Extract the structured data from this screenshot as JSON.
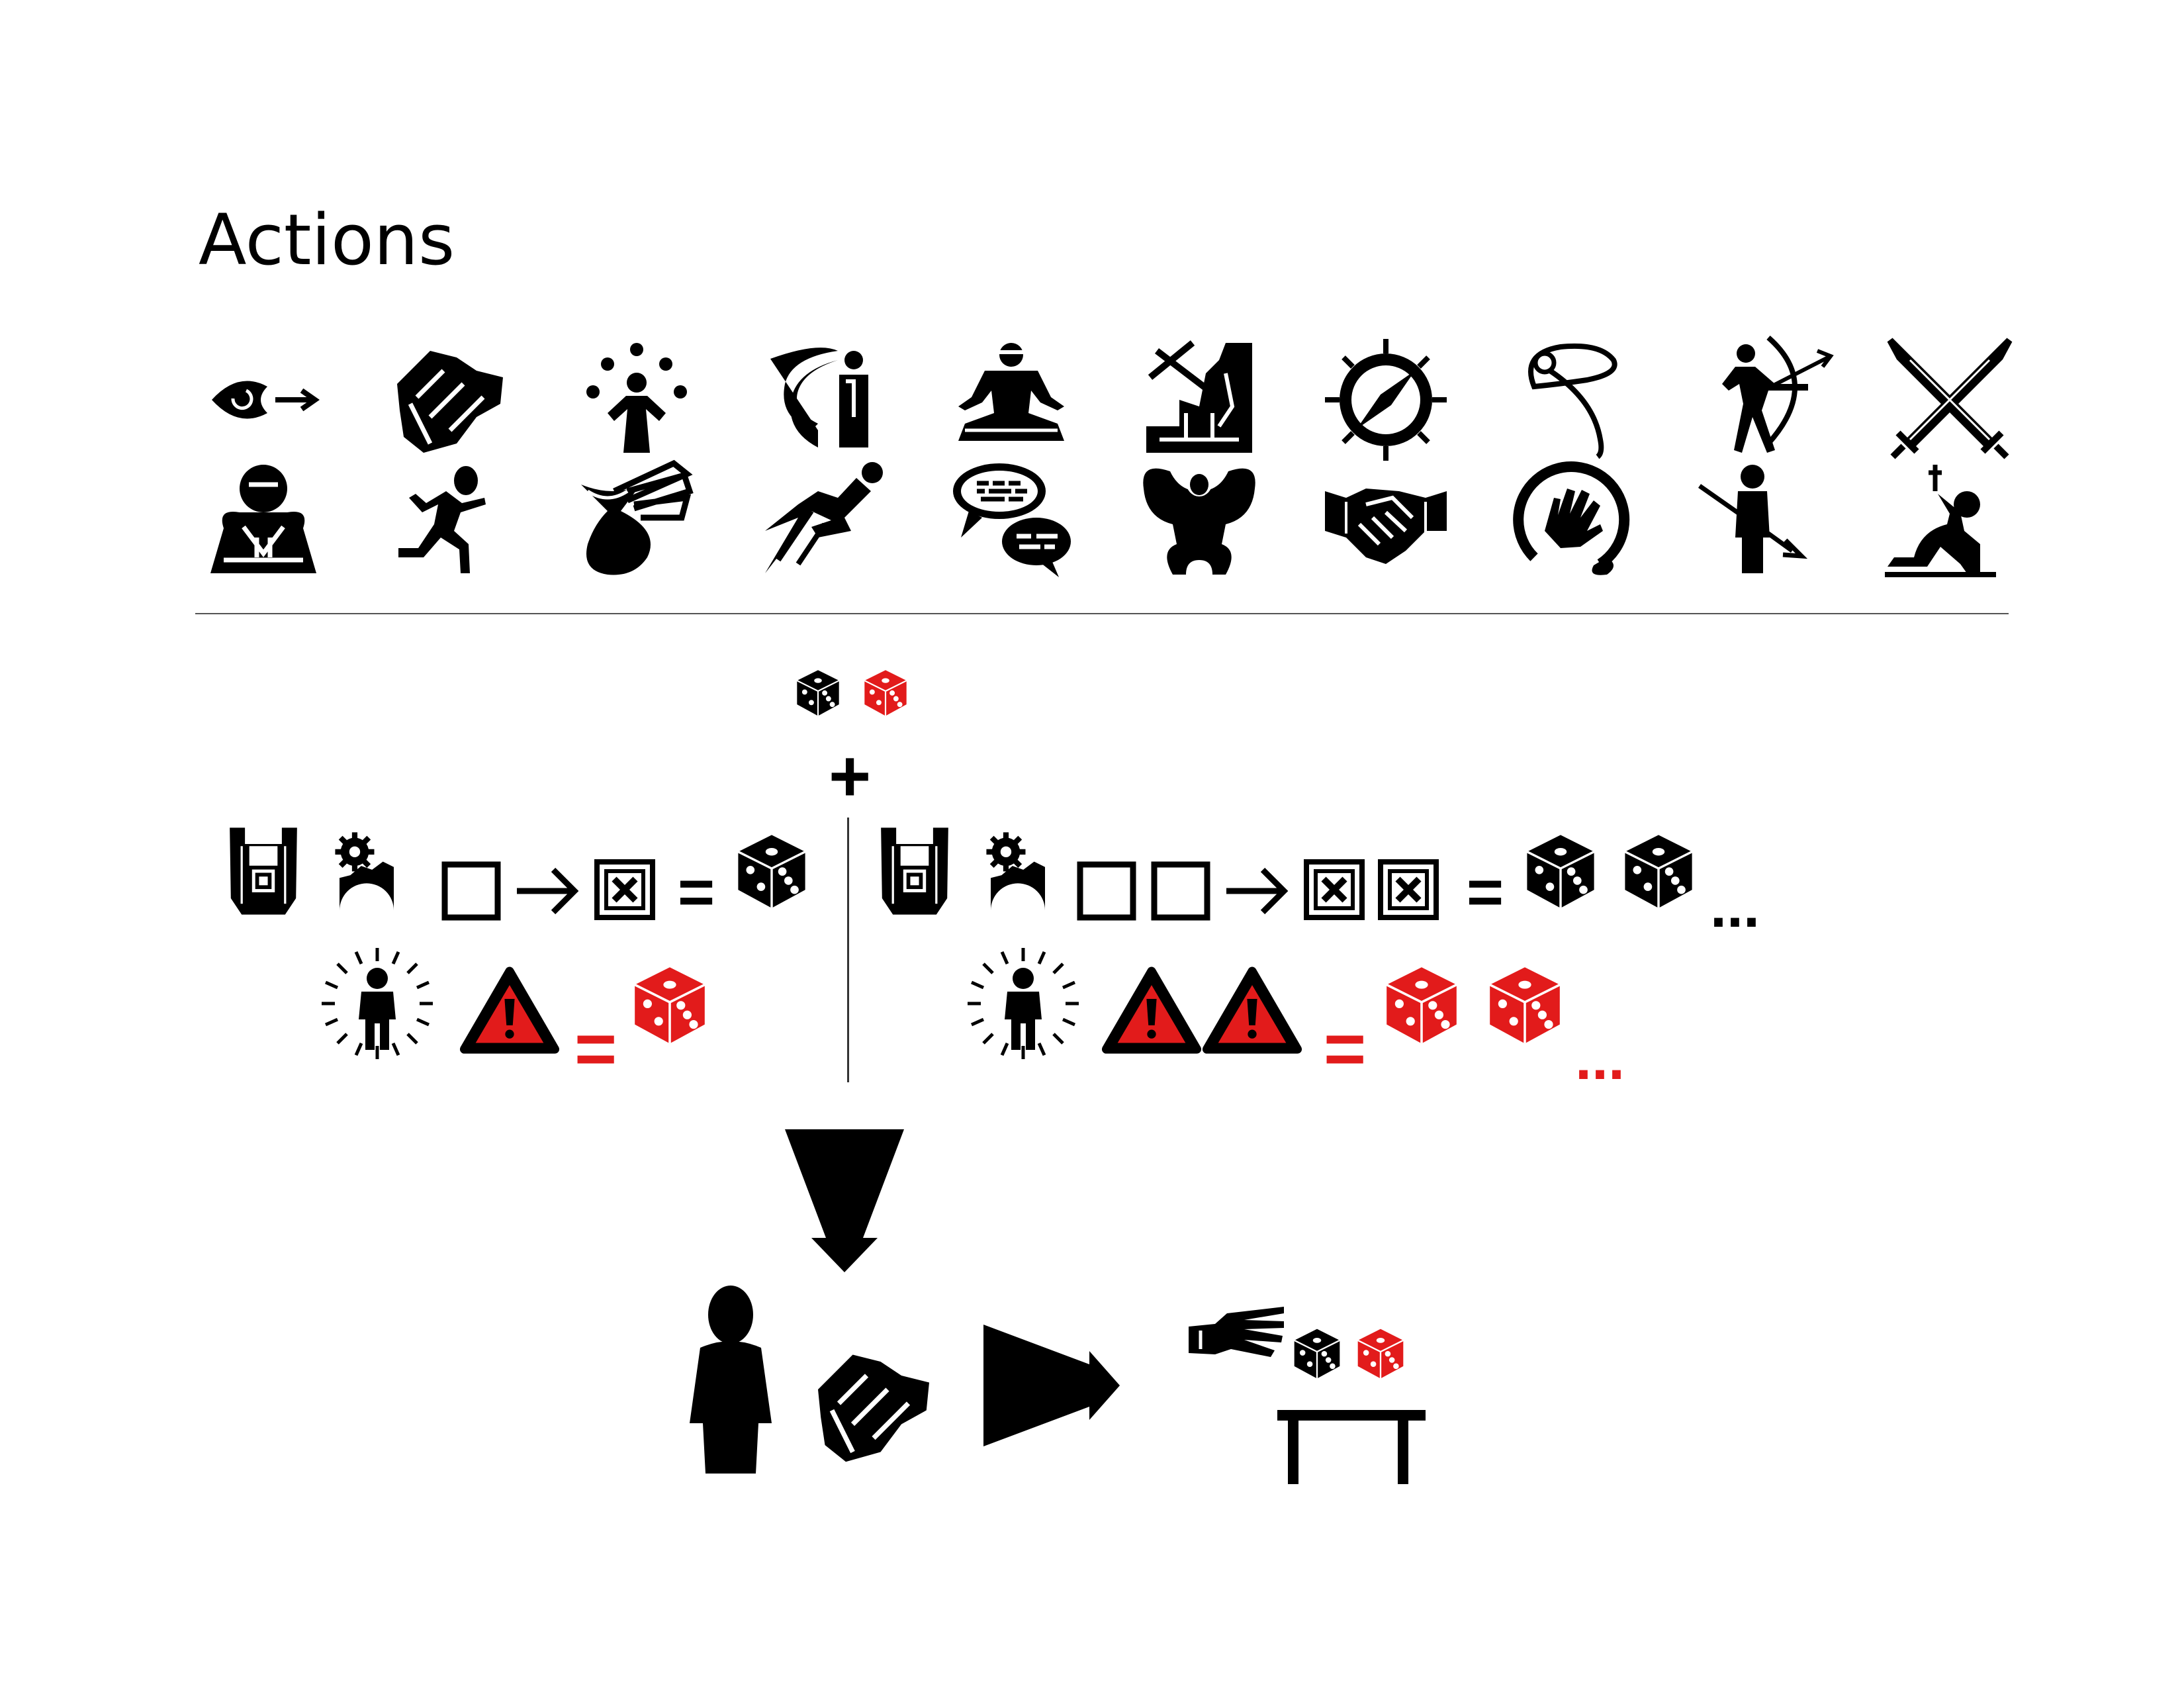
{
  "page": {
    "title": "Actions"
  },
  "colors": {
    "ink": "#000000",
    "accent": "#e21b1b",
    "rule": "#555555"
  },
  "action_icons": [
    "awareness-icon",
    "brute-force-icon",
    "juggling-icon",
    "sneak-icon",
    "meditation-icon",
    "break-wall-icon",
    "compass-icon",
    "lasso-icon",
    "archer-icon",
    "crossed-swords-icon",
    "pray-icon",
    "run-icon",
    "money-bag-icon",
    "dash-icon",
    "conversation-icon",
    "strongman-icon",
    "handshake-icon",
    "magic-hand-icon",
    "stab-icon",
    "wounded-icon"
  ],
  "formula": {
    "plus": "+",
    "equals": "=",
    "ellipsis": "...",
    "base_dice": [
      "black-die",
      "red-die"
    ],
    "left_skill_row": [
      "armor-icon",
      "gears-icon",
      "empty-box-icon",
      "arrow-icon",
      "checked-box-icon",
      "black-die"
    ],
    "left_risk_row": [
      "radiant-person-icon",
      "danger-icon",
      "red-die"
    ],
    "right_skill_row": [
      "armor-icon",
      "gears-icon",
      "empty-box-icon",
      "empty-box-icon",
      "arrow-icon",
      "checked-box-icon",
      "checked-box-icon",
      "black-die",
      "black-die"
    ],
    "right_risk_row": [
      "radiant-person-icon",
      "danger-icon",
      "danger-icon",
      "red-die",
      "red-die"
    ]
  },
  "result": [
    "down-triangle-arrow",
    "person-icon",
    "fist-icon",
    "right-triangle-arrow",
    "throwing-hand-icon",
    "black-die",
    "red-die",
    "table-icon"
  ]
}
